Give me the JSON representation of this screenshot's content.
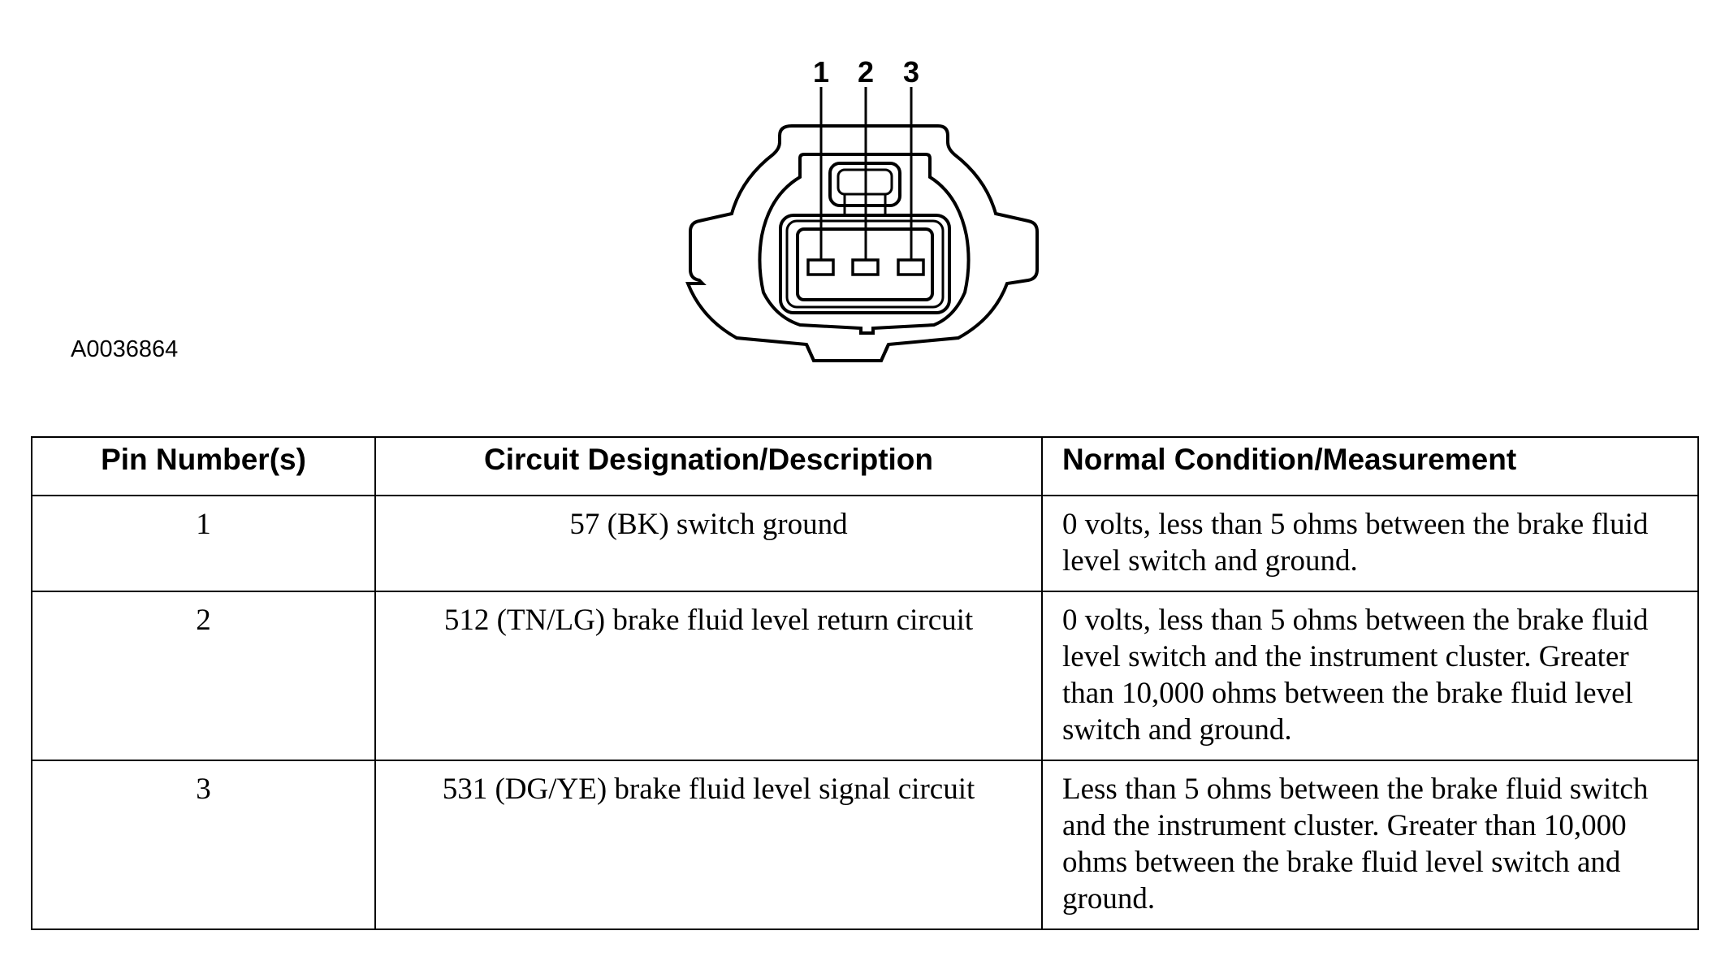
{
  "diagram": {
    "pin_labels": [
      "1",
      "2",
      "3"
    ],
    "figure_id": "A0036864"
  },
  "table": {
    "headers": {
      "pin": "Pin Number(s)",
      "circuit": "Circuit Designation/Description",
      "normal": "Normal Condition/Measurement"
    },
    "rows": [
      {
        "pin": "1",
        "circuit": "57 (BK) switch ground",
        "normal": "0 volts, less than 5 ohms between the brake fluid level switch and ground."
      },
      {
        "pin": "2",
        "circuit": "512 (TN/LG) brake fluid level return circuit",
        "normal": "0 volts, less than 5 ohms between the brake fluid level switch and the instrument cluster. Greater than 10,000 ohms between the brake fluid level switch and ground."
      },
      {
        "pin": "3",
        "circuit": "531 (DG/YE) brake fluid level signal circuit",
        "normal": "Less than 5 ohms between the brake fluid switch and the instrument cluster. Greater than 10,000 ohms between the brake fluid level switch and ground."
      }
    ]
  }
}
